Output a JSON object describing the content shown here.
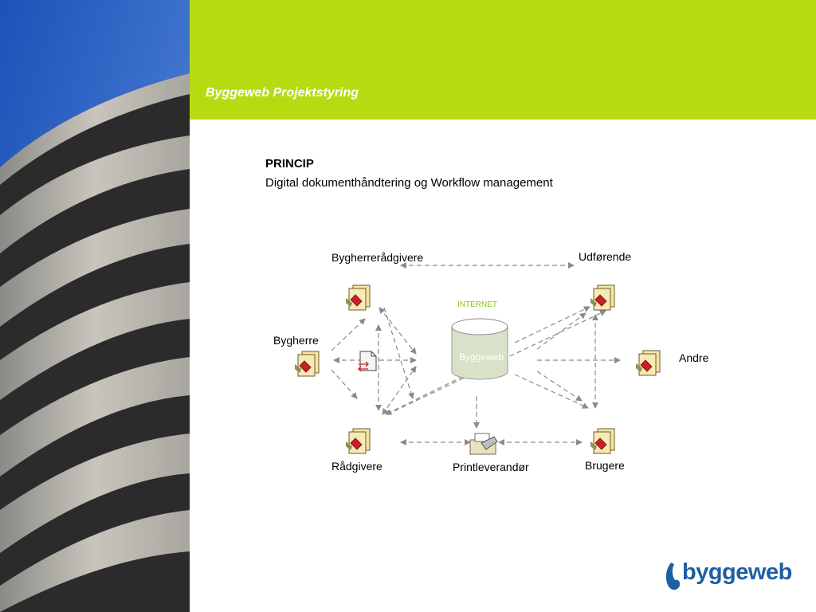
{
  "header": {
    "title": "Byggeweb Projektstyring"
  },
  "content": {
    "heading": "PRINCIP",
    "subheading": "Digital dokumenthåndtering og Workflow management"
  },
  "diagram": {
    "internet_label": "INTERNET",
    "server_label": "Byggeweb",
    "nodes": {
      "bygherreraadgivere": "Bygherrerådgivere",
      "udfoerende": "Udførende",
      "bygherre": "Bygherre",
      "andre": "Andre",
      "raadgivere": "Rådgivere",
      "printleverandoer": "Printleverandør",
      "brugere": "Brugere"
    }
  },
  "logo": {
    "text": "byggeweb"
  },
  "colors": {
    "header": "#b6dc11",
    "internet": "#8cc220",
    "logo": "#1d5fa3",
    "server": "#d7e2c8"
  }
}
